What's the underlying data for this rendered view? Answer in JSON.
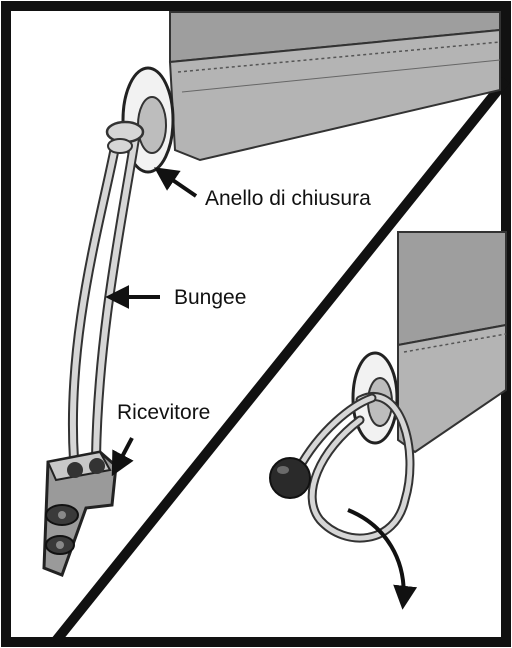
{
  "labels": {
    "lock_ring": "Anello di chiusura",
    "bungee": "Bungee",
    "receiver": "Ricevitore"
  },
  "colors": {
    "border": "#111111",
    "fabric": "#9e9e9e",
    "fabric_hem": "#b4b4b4",
    "cord": "#d6d6d6",
    "hardware": "#8a8a8a",
    "ball": "#2a2a2a"
  },
  "icons": [
    "callout-arrow-icon",
    "pull-direction-arrow-icon"
  ]
}
